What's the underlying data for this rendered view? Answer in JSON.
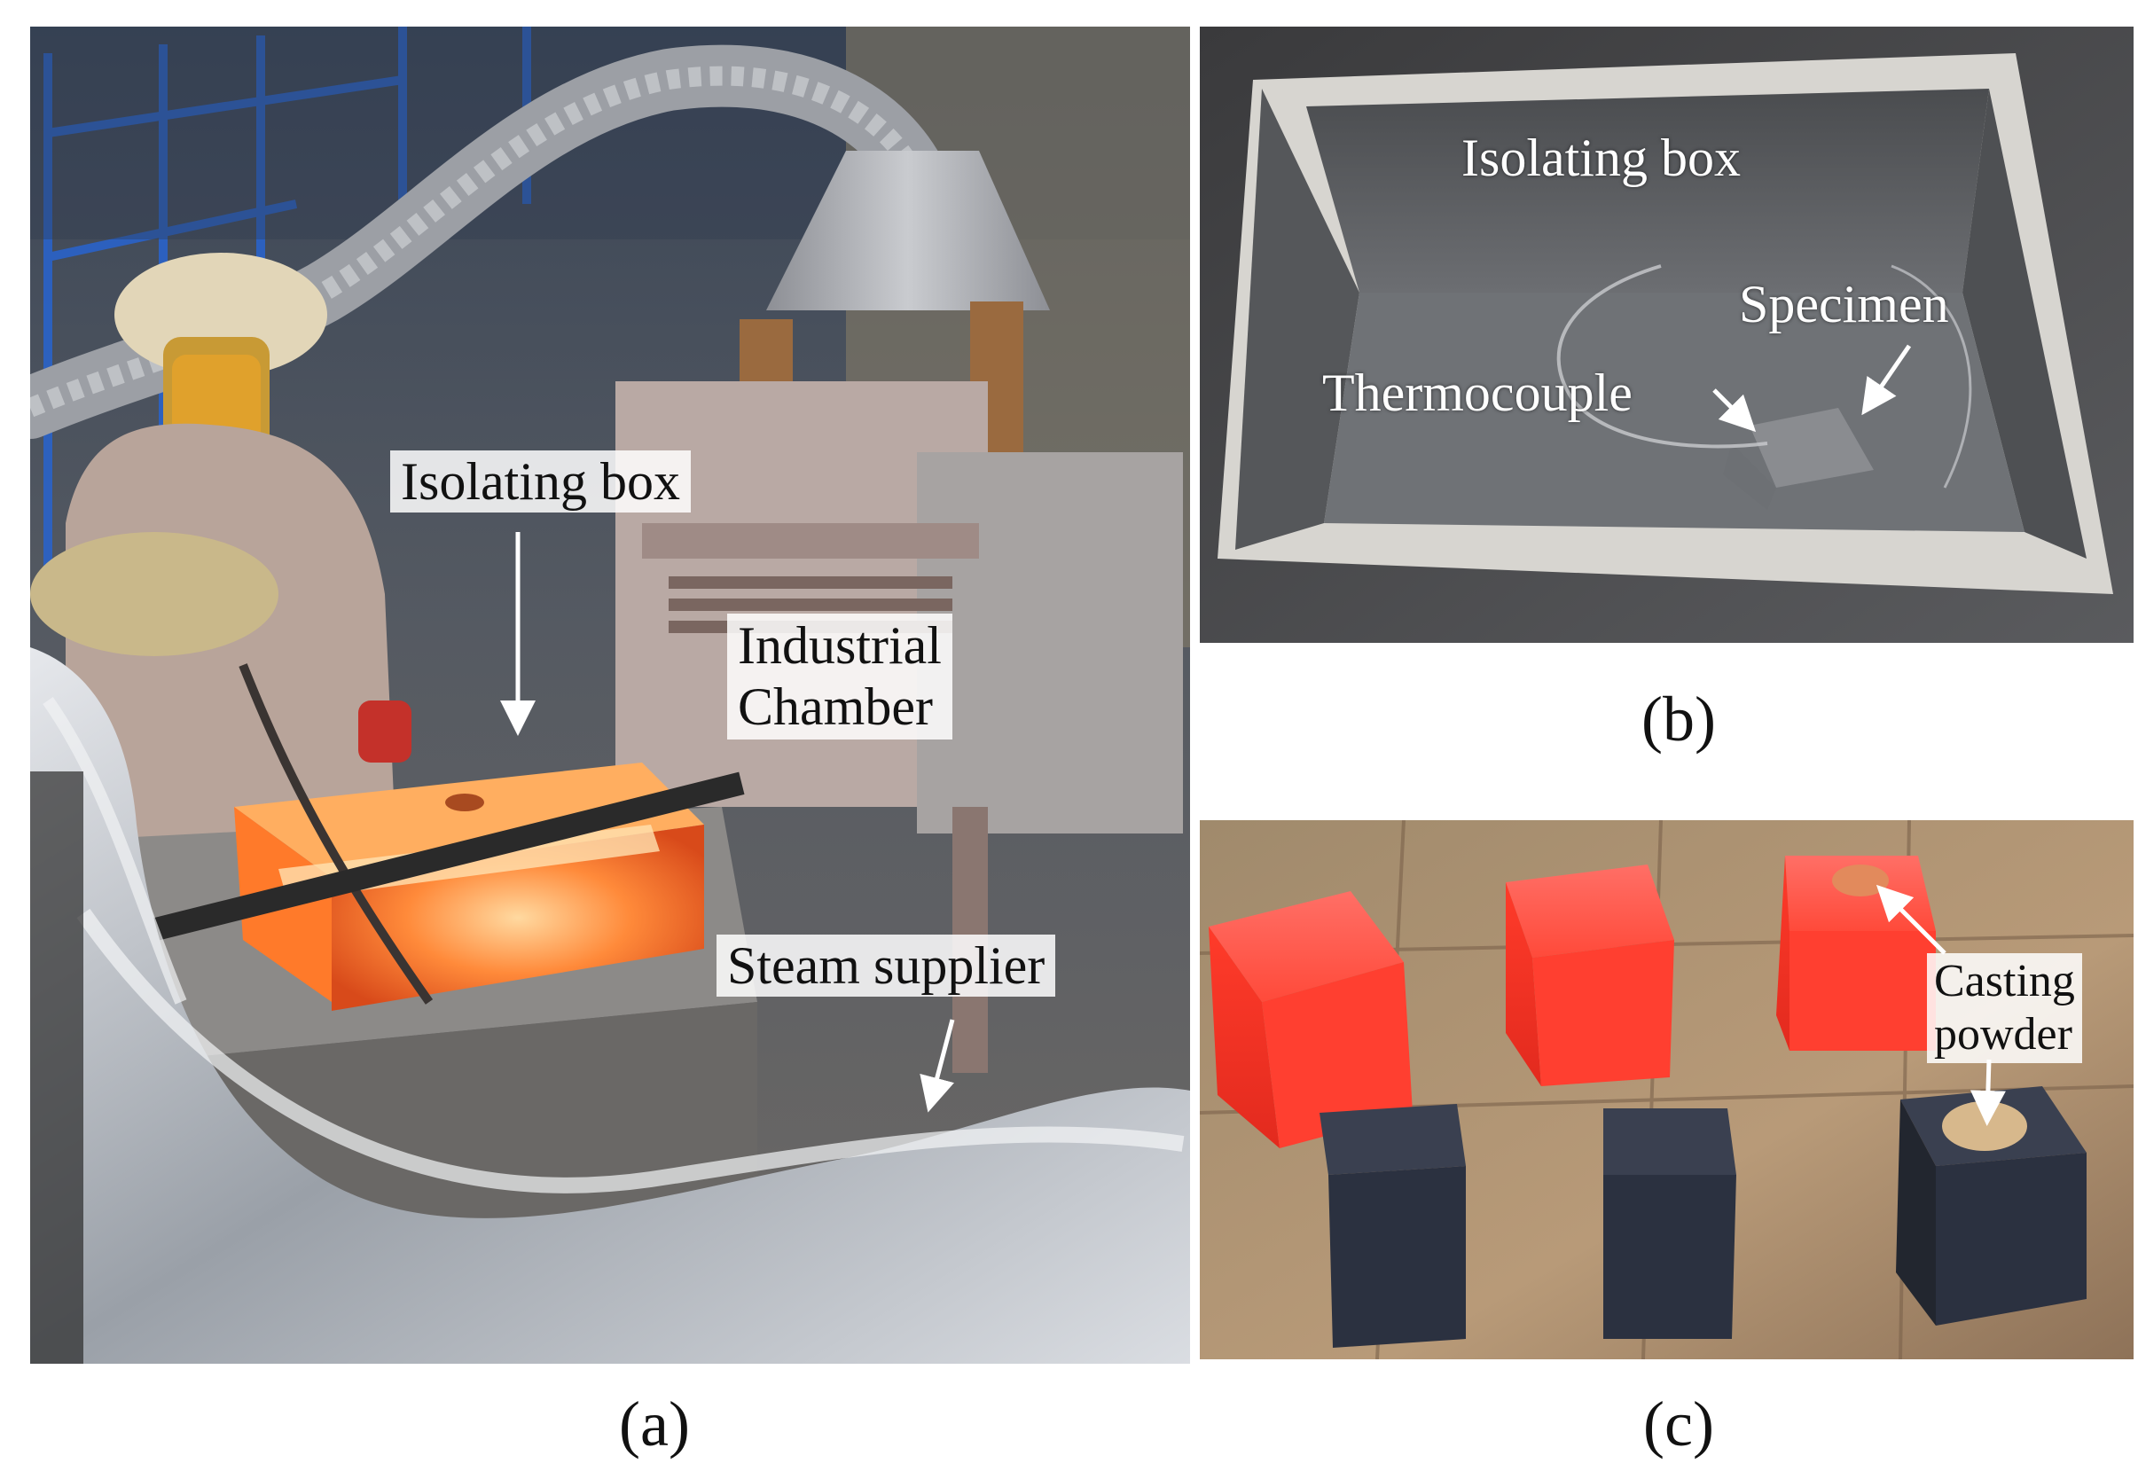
{
  "panel_a": {
    "caption": "(a)",
    "labels": {
      "isolating_box": "Isolating box",
      "industrial_chamber_line1": "Industrial",
      "industrial_chamber_line2": "Chamber",
      "steam_supplier": "Steam supplier"
    }
  },
  "panel_b": {
    "caption": "(b)",
    "labels": {
      "isolating_box": "Isolating box",
      "specimen": "Specimen",
      "thermocouple": "Thermocouple"
    }
  },
  "panel_c": {
    "caption": "(c)",
    "labels": {
      "casting_powder_line1": "Casting",
      "casting_powder_line2": "powder"
    }
  },
  "colors": {
    "glow": "#ff6a2a",
    "hot_block": "#ff4a3a",
    "cooled_block": "#2b3140",
    "foil": "#c9ccd2"
  }
}
